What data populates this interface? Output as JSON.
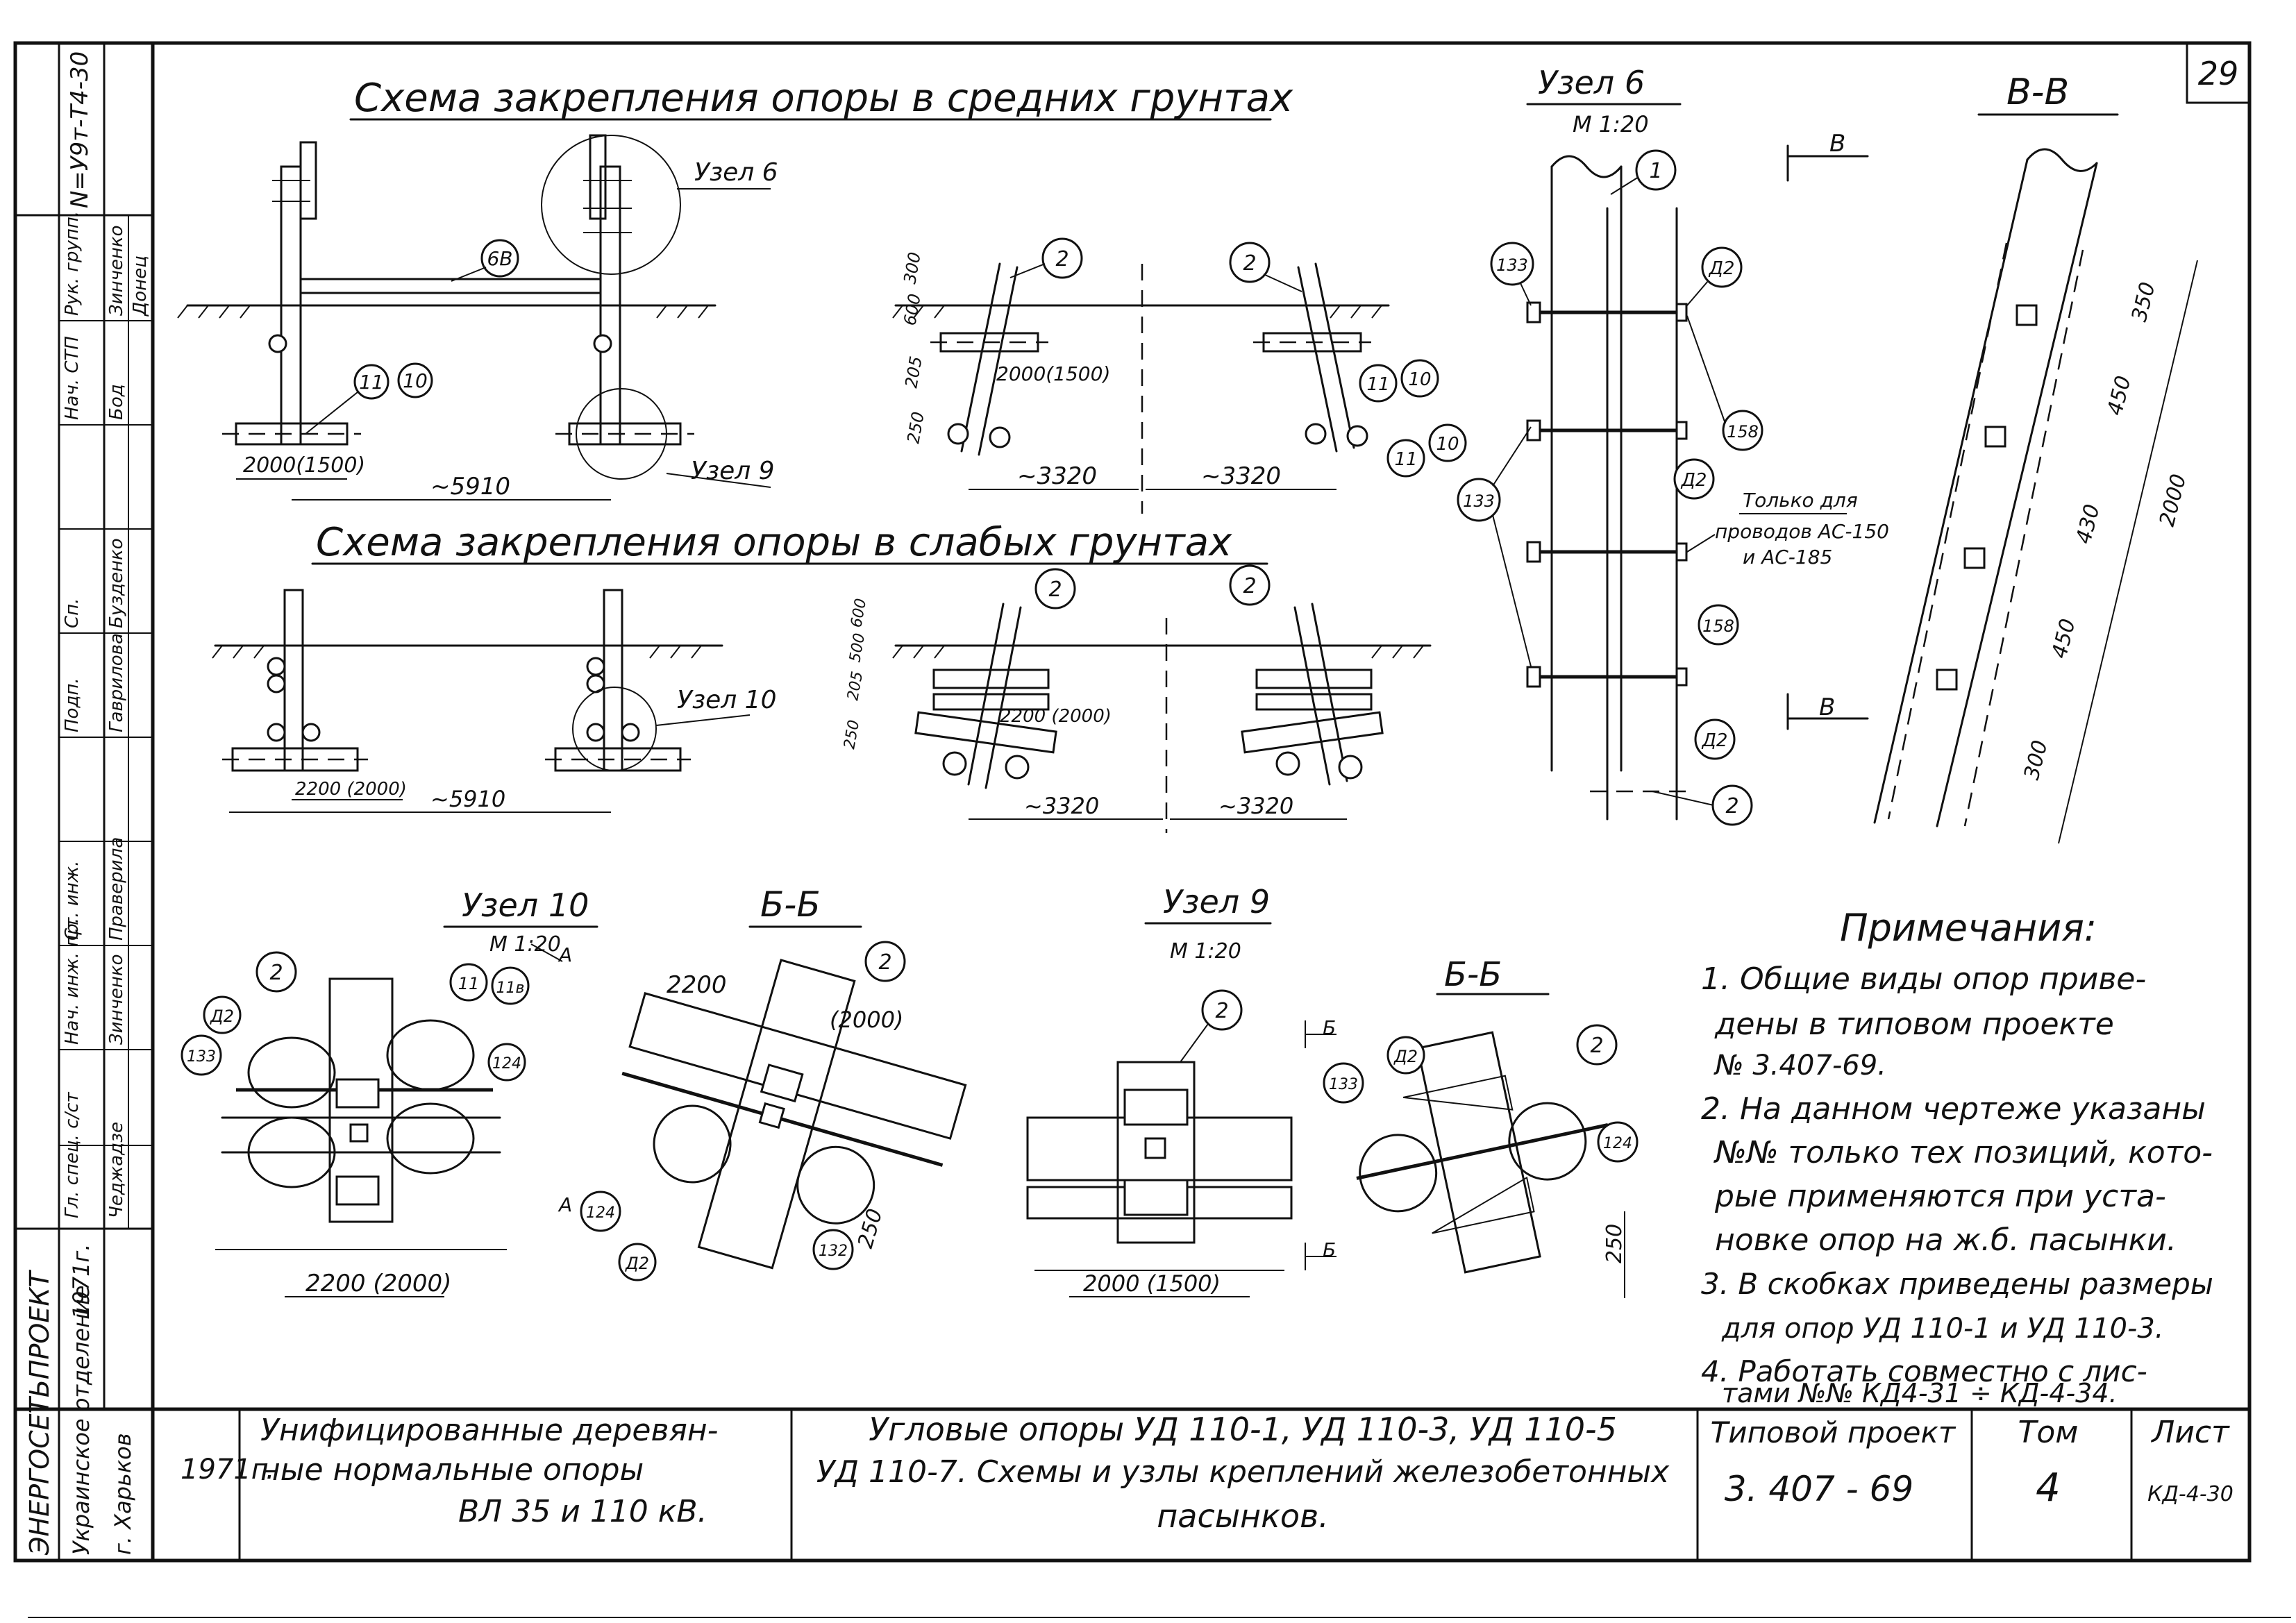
{
  "sheet": {
    "page_number": "29",
    "vertical_code": "N=У9т-Т4-30"
  },
  "sections": {
    "medium_soils_title": "Схема закрепления опоры в средних грунтах",
    "weak_soils_title": "Схема закрепления опоры в слабых грунтах"
  },
  "dims": {
    "d5910": "~5910",
    "d3320": "~3320",
    "d2000_1500": "2000(1500)",
    "d2200_2000": "2200 (2000)",
    "d2000_1500_b": "2000 (1500)",
    "d2200": "2200",
    "d2000_paren": "(2000)",
    "d250": "250",
    "d205": "205",
    "d600": "600",
    "d300": "300",
    "d500": "500",
    "d350": "350",
    "d450": "450",
    "d430": "430",
    "d2000": "2000"
  },
  "callouts": {
    "c1": "1",
    "c2": "2",
    "c6v": "6В",
    "c10": "10",
    "c11": "11",
    "c11v": "11в",
    "c124": "124",
    "c133": "133",
    "c158": "158",
    "cd2": "Д2",
    "c132": "132"
  },
  "views": {
    "uzel6": "Узел 6",
    "uzel9": "Узел 9",
    "uzel10": "Узел 10",
    "scale": "М 1:20",
    "vv": "В-В",
    "bb": "Б-Б",
    "mark_v": "В",
    "mark_b": "Б",
    "mark_a": "А"
  },
  "only_for": [
    "Только для",
    "проводов АС-150",
    "и АС-185"
  ],
  "notes": {
    "title": "Примечания:",
    "lines": [
      "1. Общие виды опор приве-",
      "дены в типовом проекте",
      "№ 3.407-69.",
      "2. На данном чертеже указаны",
      "№№ только тех позиций, кото-",
      "рые применяются при уста-",
      "новке опор на ж.б. пасынки.",
      "3. В скобках приведены размеры",
      "для опор УД 110-1 и УД 110-3.",
      "4. Работать совместно с лис-",
      "тами №№ КД4-31 ÷ КД-4-34."
    ]
  },
  "title_block": {
    "org1": "ЭНЕРГОСЕТЬПРОЕКТ",
    "org2": "Украинское отделение",
    "org3": "г. Харьков",
    "year_side": "1971г.",
    "year": "1971г.",
    "project_name": [
      "Унифицированные деревян-",
      "ные нормальные опоры",
      "ВЛ 35 и 110 кВ."
    ],
    "sheet_title": [
      "Угловые опоры УД 110-1, УД 110-3, УД 110-5",
      "УД 110-7. Схемы и узлы креплений железобетонных",
      "пасынков."
    ],
    "typical_project_label": "Типовой проект",
    "typical_project_value": "3. 407 - 69",
    "tom_label": "Том",
    "tom_value": "4",
    "list_label": "Лист",
    "list_value": "КД-4-30"
  },
  "signatures": [
    {
      "role": "Гл. спец. с/ст",
      "name": "Чеджадзе"
    },
    {
      "role": "Нач. инж. пр.",
      "name": "Зинченко"
    },
    {
      "role": "Нач. СТП",
      "name": "Бод"
    },
    {
      "role": "Рук. групп.",
      "name": "Зинченко"
    },
    {
      "role": "Ст. инж.",
      "name": "Донец"
    },
    {
      "role": "Ст. инж.",
      "name": "Праверила"
    },
    {
      "role": "Подп.",
      "name": "Гаврилова"
    },
    {
      "role": "Сп.",
      "name": "Бузденко"
    }
  ]
}
